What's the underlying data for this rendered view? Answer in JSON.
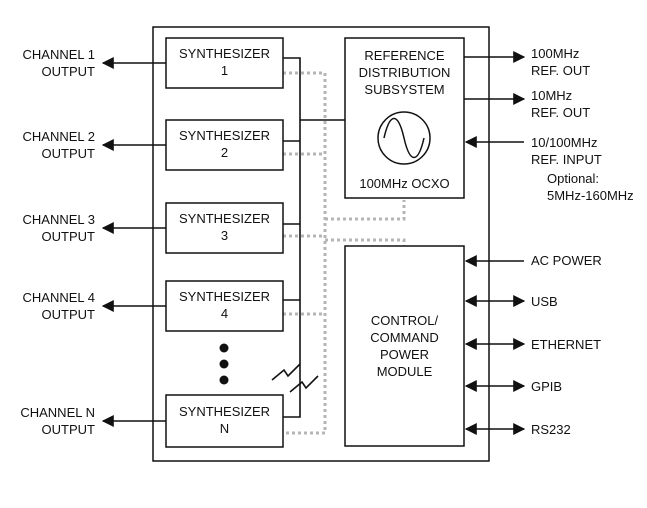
{
  "synthesizers": [
    {
      "name": "SYNTHESIZER",
      "index": "1",
      "output_label": [
        "CHANNEL 1",
        "OUTPUT"
      ]
    },
    {
      "name": "SYNTHESIZER",
      "index": "2",
      "output_label": [
        "CHANNEL 2",
        "OUTPUT"
      ]
    },
    {
      "name": "SYNTHESIZER",
      "index": "3",
      "output_label": [
        "CHANNEL 3",
        "OUTPUT"
      ]
    },
    {
      "name": "SYNTHESIZER",
      "index": "4",
      "output_label": [
        "CHANNEL 4",
        "OUTPUT"
      ]
    },
    {
      "name": "SYNTHESIZER",
      "index": "N",
      "output_label": [
        "CHANNEL N",
        "OUTPUT"
      ]
    }
  ],
  "reference": {
    "title": [
      "REFERENCE",
      "DISTRIBUTION",
      "SUBSYSTEM"
    ],
    "oscillator": "100MHz OCXO"
  },
  "control": {
    "title": [
      "CONTROL/",
      "COMMAND",
      "POWER",
      "MODULE"
    ]
  },
  "ref_ports": [
    {
      "lines": [
        "100MHz",
        "REF. OUT"
      ]
    },
    {
      "lines": [
        "10MHz",
        "REF. OUT"
      ]
    },
    {
      "lines": [
        "10/100MHz",
        "REF. INPUT"
      ]
    }
  ],
  "ref_optional": [
    "Optional:",
    "5MHz-160MHz"
  ],
  "control_ports": [
    {
      "label": "AC POWER"
    },
    {
      "label": "USB"
    },
    {
      "label": "ETHERNET"
    },
    {
      "label": "GPIB"
    },
    {
      "label": "RS232"
    }
  ],
  "colors": {
    "line": "#111111",
    "dotted": "#b5b5b5"
  }
}
